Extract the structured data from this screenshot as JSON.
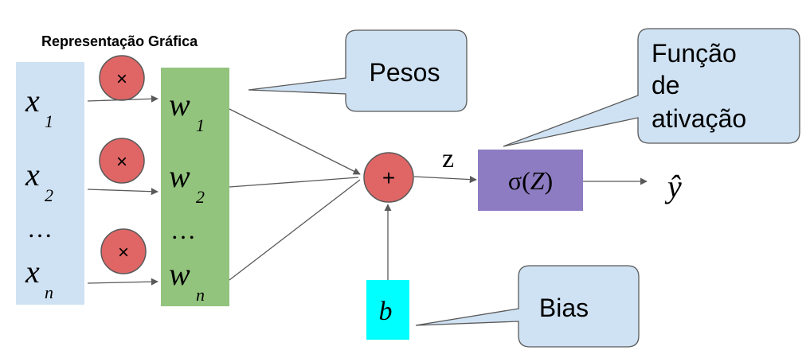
{
  "title": "Representação Gráfica",
  "inputs": {
    "symbol": "x",
    "subscripts": [
      "1",
      "2",
      "n"
    ],
    "ellipsis": "…"
  },
  "weights": {
    "symbol": "w",
    "subscripts": [
      "1",
      "2",
      "n"
    ],
    "ellipsis": "…"
  },
  "multiply_symbol": "×",
  "sum_symbol": "+",
  "z_label": "z",
  "activation_label": "σ(",
  "activation_var": "Z",
  "activation_close": ")",
  "output_label": "ŷ",
  "bias_label": "b",
  "callouts": {
    "pesos": "Pesos",
    "funcao": [
      "Função",
      "de",
      "ativação"
    ],
    "bias": "Bias"
  },
  "colors": {
    "input_column": "#cfe2f3",
    "weight_column": "#93c47d",
    "node_fill": "#e06666",
    "activation_box": "#8e7cc3",
    "bias_box": "#00ffff",
    "callout_fill": "#cfe2f3",
    "edge": "#595959"
  }
}
